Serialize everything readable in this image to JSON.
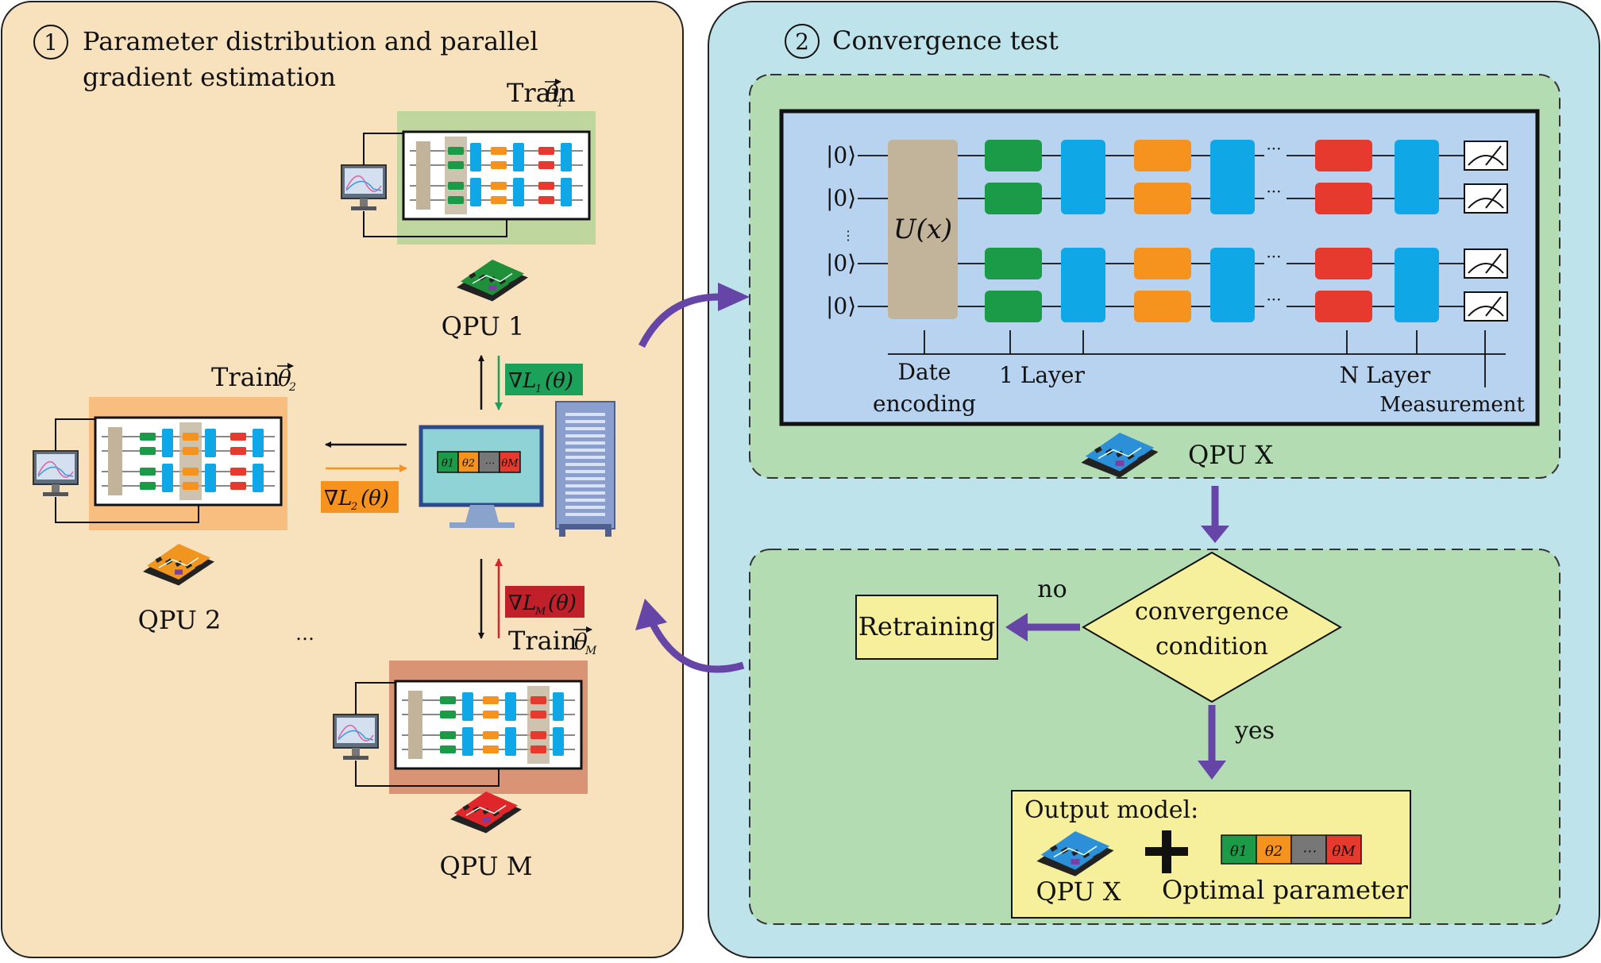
{
  "panel1": {
    "number": "1",
    "title_line1": "Parameter distribution and parallel",
    "title_line2": "gradient estimation",
    "qpus": [
      {
        "label": "QPU 1",
        "train": "Train",
        "theta_sub": "1",
        "chip_color": "#1f8f3a"
      },
      {
        "label": "QPU 2",
        "train": "Train",
        "theta_sub": "2",
        "chip_color": "#f0951e"
      },
      {
        "label": "QPU M",
        "train": "Train",
        "theta_sub": "M",
        "chip_color": "#e0262b"
      }
    ],
    "ellipsis": "…",
    "gradients": {
      "g1": {
        "prefix": "∇L",
        "sub": "1",
        "arg": "(θ)"
      },
      "g2": {
        "prefix": "∇L",
        "sub": "2",
        "arg": "(θ)"
      },
      "gM": {
        "prefix": "∇L",
        "sub": "M",
        "arg": "(θ)"
      }
    },
    "param_blocks": [
      "θ1",
      "θ2",
      "⋯",
      "θM"
    ]
  },
  "panel2": {
    "number": "2",
    "title": "Convergence test",
    "circuit": {
      "ket": "|0⟩",
      "unitary": "U(x)",
      "ellipsis": "···",
      "labels": {
        "encoding_line1": "Date",
        "encoding_line2": "encoding",
        "one_layer": "1 Layer",
        "n_layer": "N Layer",
        "measurement": "Measurement"
      },
      "qpu_label": "QPU X"
    },
    "decision": {
      "condition_line1": "convergence",
      "condition_line2": "condition",
      "no": "no",
      "yes": "yes",
      "retraining": "Retraining"
    },
    "output": {
      "title": "Output model:",
      "qpu_label": "QPU X",
      "plus": "+",
      "param_label": "Optimal parameter",
      "blocks": [
        "θ1",
        "θ2",
        "⋯",
        "θM"
      ]
    }
  },
  "colors": {
    "panel1_bg": "#f8e2bd",
    "panel2_bg": "#bfe3ea",
    "inner_green": "#b3dcb3",
    "circuit_bg": "#b7d3ef",
    "gate_green": "#1b9a48",
    "gate_orange": "#f6921e",
    "gate_red": "#e63a2e",
    "gate_blue": "#10a7e6",
    "encoding_tan": "#c1b49a",
    "arrow_purple": "#6546a7",
    "decision_yellow": "#f6ef9c",
    "grad_green": "#1ba15a",
    "grad_orange": "#f6921e",
    "grad_red": "#c0202a"
  }
}
